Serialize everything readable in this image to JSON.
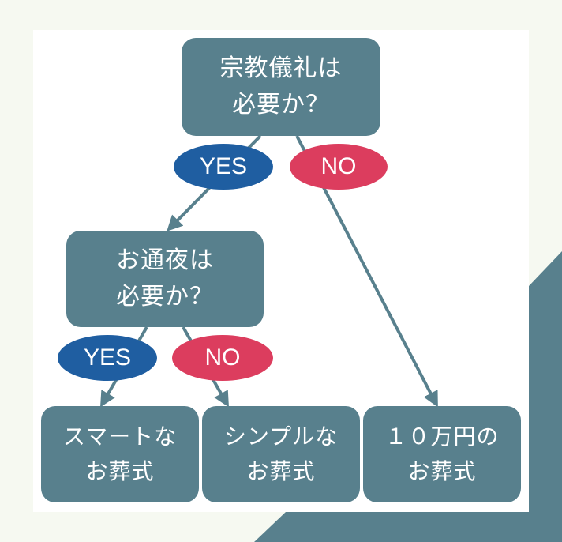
{
  "colors": {
    "background": "#f6f9f1",
    "panel": "#ffffff",
    "box": "#58808d",
    "arrow": "#58808d",
    "yes": "#1f5ea1",
    "no": "#dc3d5e",
    "decoration": "#58808d"
  },
  "nodes": {
    "q1": {
      "line1": "宗教儀礼は",
      "line2": "必要か？"
    },
    "q2": {
      "line1": "お通夜は",
      "line2": "必要か？"
    },
    "smart": {
      "line1": "スマートな",
      "line2": "お葬式"
    },
    "simple": {
      "line1": "シンプルな",
      "line2": "お葬式"
    },
    "budget": {
      "line1": "１０万円の",
      "line2": "お葬式"
    }
  },
  "labels": {
    "q1_yes": "YES",
    "q1_no": "NO",
    "q2_yes": "YES",
    "q2_no": "NO"
  },
  "edges": [
    {
      "from": "q1",
      "to": "q2",
      "label": "YES"
    },
    {
      "from": "q1",
      "to": "budget",
      "label": "NO"
    },
    {
      "from": "q2",
      "to": "smart",
      "label": "YES"
    },
    {
      "from": "q2",
      "to": "simple",
      "label": "NO"
    }
  ]
}
